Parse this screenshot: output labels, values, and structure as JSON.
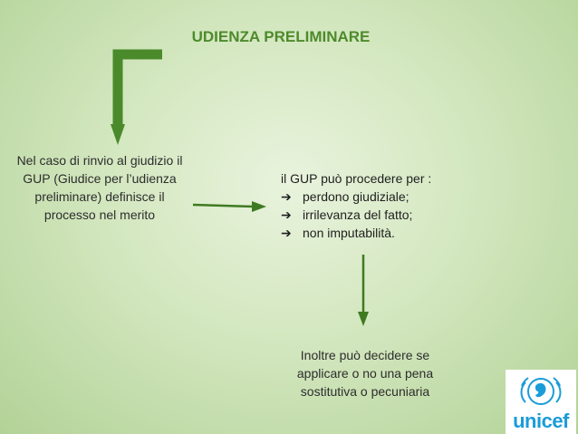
{
  "title": "UDIENZA PRELIMINARE",
  "left_box": "Nel caso di rinvio al giudizio il GUP (Giudice per l’udienza preliminare) definisce il processo nel merito",
  "right_box": {
    "intro": "il GUP può procedere per :",
    "bullet_glyph": "➔",
    "items": [
      "perdono giudiziale;",
      "irrilevanza del fatto;",
      "non imputabilità."
    ]
  },
  "bottom_box": "Inoltre può decidere se applicare o no una pena sostitutiva o pecuniaria",
  "logo": {
    "text": "unicef",
    "color": "#1a9cd8"
  },
  "colors": {
    "arrow": "#3f7a22",
    "title": "#4e8a2b"
  }
}
